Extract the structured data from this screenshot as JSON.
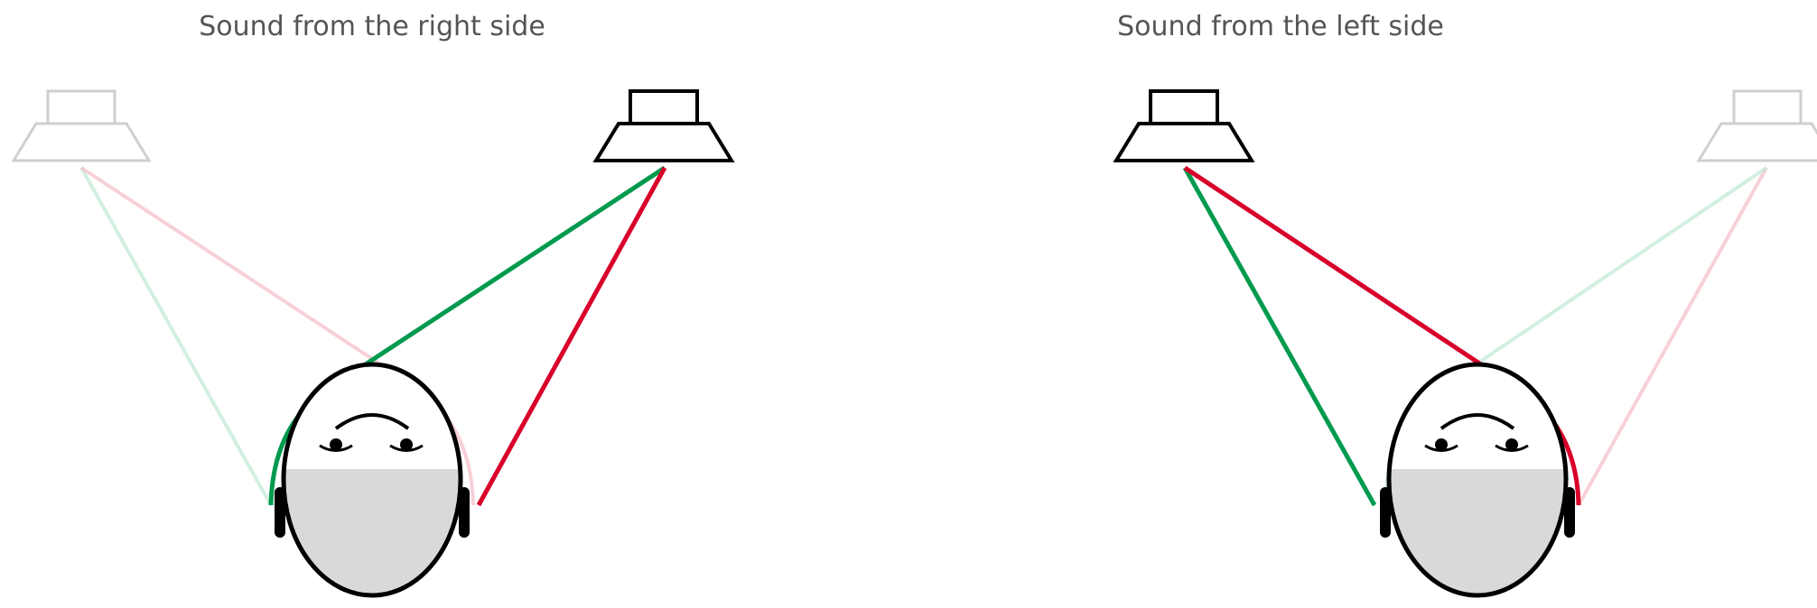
{
  "colors": {
    "direct_path": "#009a4e",
    "crossed_path": "#d8002a",
    "active_outline": "#000000",
    "inactive_outline": "#c8c8c8",
    "head_fill": "#d9d9d9"
  },
  "panels": [
    {
      "title": "Sound from the right side",
      "active_speaker": "right"
    },
    {
      "title": "Sound from the left side",
      "active_speaker": "left"
    }
  ]
}
